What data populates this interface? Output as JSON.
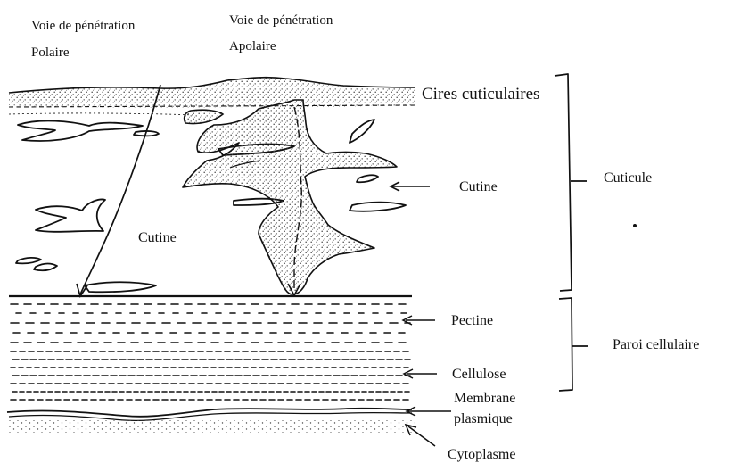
{
  "diagram": {
    "labels": {
      "polar_path_line1": "Voie de pénétration",
      "polar_path_line2": "Polaire",
      "apolar_path_line1": "Voie de pénétration",
      "apolar_path_line2": "Apolaire",
      "cires": "Cires cuticulaires",
      "cutine_right": "Cutine",
      "cutine_center": "Cutine",
      "cuticule": "Cuticule",
      "pectine": "Pectine",
      "paroi": "Paroi cellulaire",
      "cellulose": "Cellulose",
      "membrane_line1": "Membrane",
      "membrane_line2": "plasmique",
      "cytoplasme": "Cytoplasme"
    },
    "colors": {
      "ink": "#111111",
      "dots": "#4a4a4a",
      "background": "#ffffff"
    }
  }
}
